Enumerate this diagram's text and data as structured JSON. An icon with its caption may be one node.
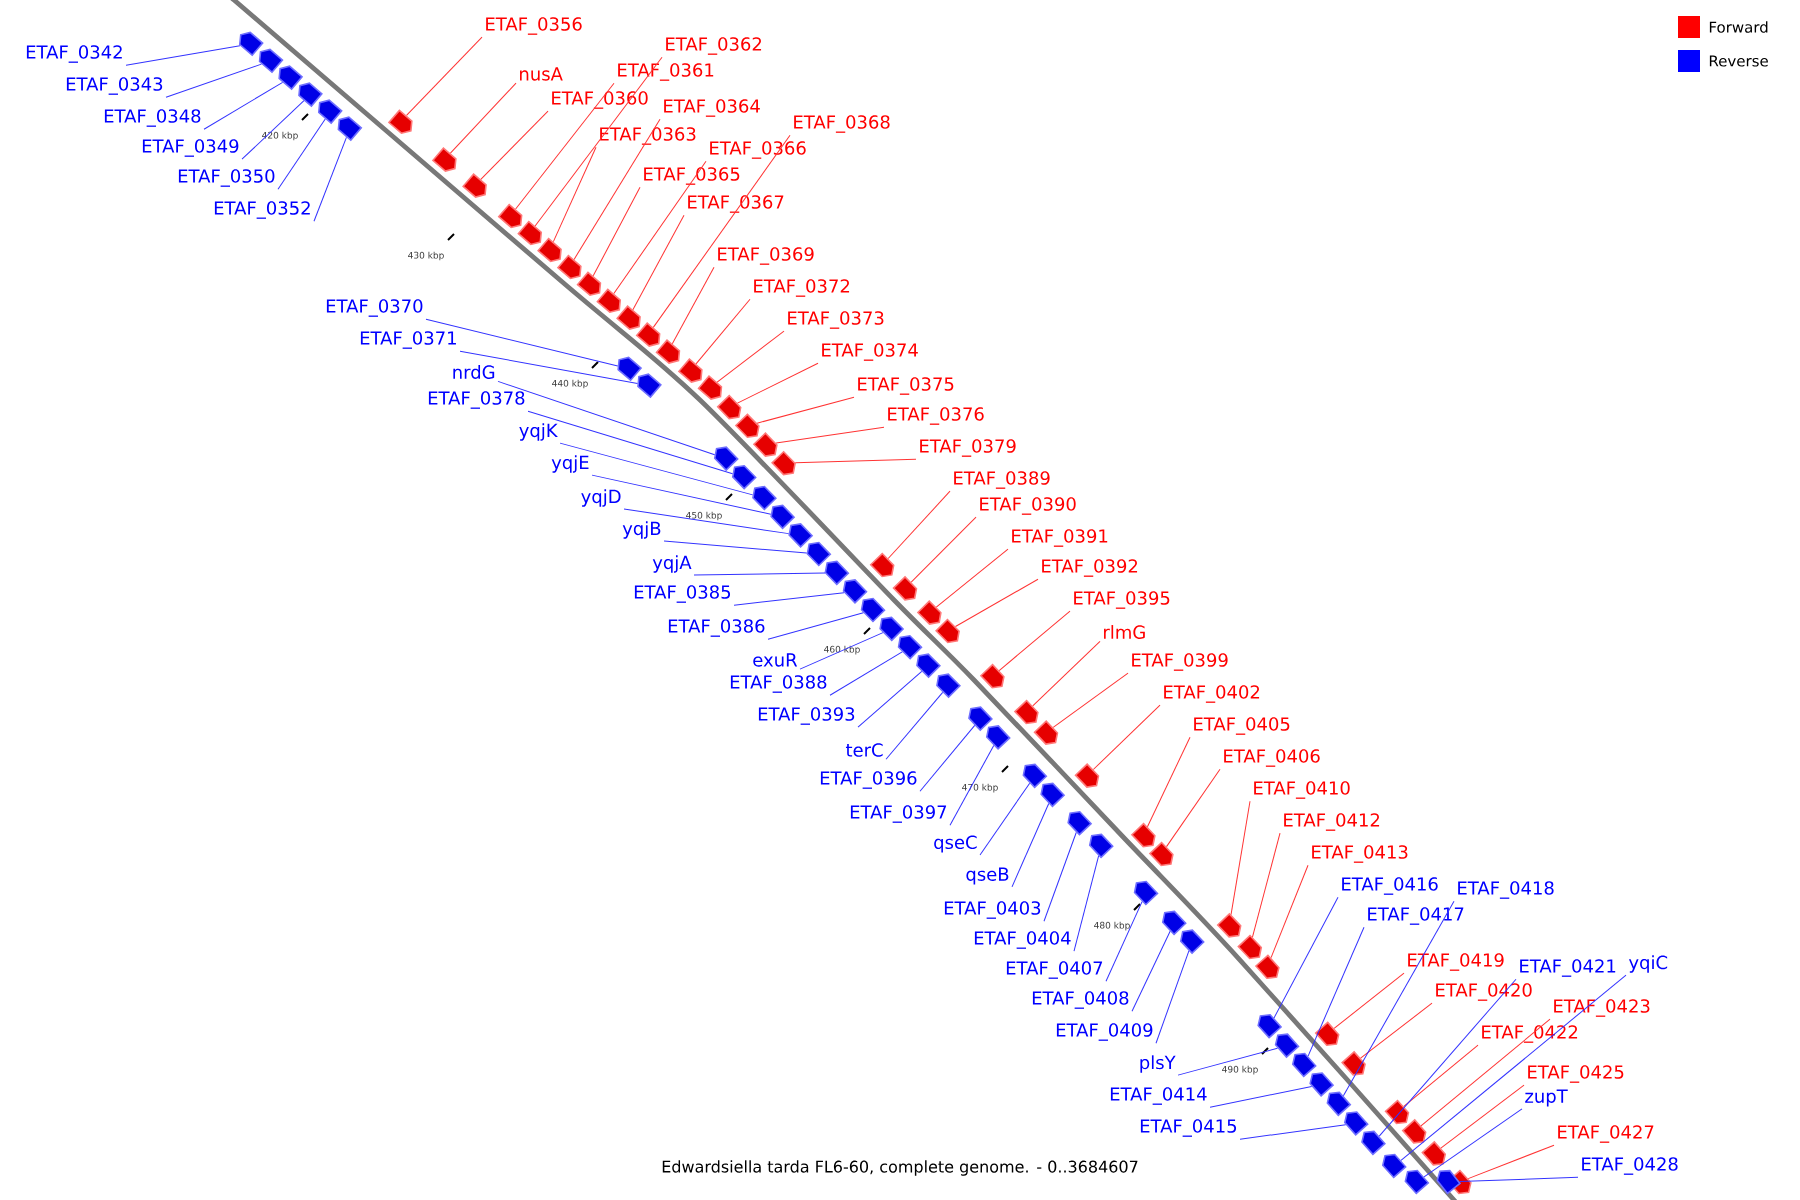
{
  "diagram": {
    "caption": "Edwardsiella tarda FL6-60, complete genome. - 0..3684607",
    "nodes": [
      {
        "text": [
          "ETAF_0356"
        ]
      },
      {
        "text": [
          "nusA"
        ]
      },
      {
        "text": [
          "ETAF_0362"
        ]
      },
      {
        "text": [
          "ETAF_0361"
        ]
      },
      {
        "text": [
          "ETAF_0360"
        ]
      },
      {
        "text": [
          "ETAF_0364"
        ]
      },
      {
        "text": [
          "ETAF_0368"
        ]
      },
      {
        "text": [
          "ETAF_0363"
        ]
      },
      {
        "text": [
          "ETAF_0366"
        ]
      },
      {
        "text": [
          "ETAF_0365"
        ]
      },
      {
        "text": [
          "ETAF_0367"
        ]
      },
      {
        "text": [
          "ETAF_0369"
        ]
      },
      {
        "text": [
          "ETAF_0372"
        ]
      },
      {
        "text": [
          "ETAF_0373"
        ]
      },
      {
        "text": [
          "ETAF_0374"
        ]
      },
      {
        "text": [
          "ETAF_0375"
        ]
      },
      {
        "text": [
          "ETAF_0376"
        ]
      },
      {
        "text": [
          "ETAF_0379"
        ]
      },
      {
        "text": [
          "ETAF_0389"
        ]
      },
      {
        "text": [
          "ETAF_0390"
        ]
      },
      {
        "text": [
          "ETAF_0391"
        ]
      },
      {
        "text": [
          "ETAF_0392"
        ]
      },
      {
        "text": [
          "ETAF_0395"
        ]
      },
      {
        "text": [
          "rlmG"
        ]
      },
      {
        "text": [
          "ETAF_0399"
        ]
      },
      {
        "text": [
          "ETAF_0402"
        ]
      },
      {
        "text": [
          "ETAF_0405"
        ]
      },
      {
        "text": [
          "ETAF_0406"
        ]
      },
      {
        "text": [
          "ETAF_0410"
        ]
      },
      {
        "text": [
          "ETAF_0412"
        ]
      },
      {
        "text": [
          "ETAF_0413"
        ]
      },
      {
        "text": [
          "ETAF_0419"
        ]
      },
      {
        "text": [
          "ETAF_0420"
        ]
      },
      {
        "text": [
          "ETAF_0423"
        ]
      },
      {
        "text": [
          "ETAF_0422"
        ]
      },
      {
        "text": [
          "ETAF_0425"
        ]
      },
      {
        "text": [
          "ETAF_0427"
        ]
      },
      {
        "text": [
          "ETAF_0342"
        ]
      },
      {
        "text": [
          "ETAF_0343"
        ]
      },
      {
        "text": [
          "ETAF_0348"
        ]
      },
      {
        "text": [
          "ETAF_0349"
        ]
      },
      {
        "text": [
          "ETAF_0350"
        ]
      },
      {
        "text": [
          "ETAF_0352"
        ]
      },
      {
        "text": [
          "ETAF_0370"
        ]
      },
      {
        "text": [
          "ETAF_0371"
        ]
      },
      {
        "text": [
          "nrdG"
        ]
      },
      {
        "text": [
          "ETAF_0378"
        ]
      },
      {
        "text": [
          "yqjK"
        ]
      },
      {
        "text": [
          "yqjE"
        ]
      },
      {
        "text": [
          "yqjD"
        ]
      },
      {
        "text": [
          "yqjB"
        ]
      },
      {
        "text": [
          "yqjA"
        ]
      },
      {
        "text": [
          "ETAF_0385"
        ]
      },
      {
        "text": [
          "ETAF_0386"
        ]
      },
      {
        "text": [
          "exuR"
        ]
      },
      {
        "text": [
          "ETAF_0388"
        ]
      },
      {
        "text": [
          "ETAF_0393"
        ]
      },
      {
        "text": [
          "terC"
        ]
      },
      {
        "text": [
          "ETAF_0396"
        ]
      },
      {
        "text": [
          "ETAF_0397"
        ]
      },
      {
        "text": [
          "qseC"
        ]
      },
      {
        "text": [
          "qseB"
        ]
      },
      {
        "text": [
          "ETAF_0403"
        ]
      },
      {
        "text": [
          "ETAF_0404"
        ]
      },
      {
        "text": [
          "ETAF_0407"
        ]
      },
      {
        "text": [
          "ETAF_0408"
        ]
      },
      {
        "text": [
          "ETAF_0409"
        ]
      },
      {
        "text": [
          "plsY"
        ]
      },
      {
        "text": [
          "ETAF_0414"
        ]
      },
      {
        "text": [
          "ETAF_0415"
        ]
      },
      {
        "text": [
          "ETAF_0416"
        ]
      },
      {
        "text": [
          "ETAF_0418"
        ]
      },
      {
        "text": [
          "ETAF_0417"
        ]
      },
      {
        "text": [
          "ETAF_0421"
        ]
      },
      {
        "text": [
          "yqiC"
        ]
      },
      {
        "text": [
          "zupT"
        ]
      },
      {
        "text": [
          "ETAF_0428"
        ]
      },
      {
        "text": [],
        "shape": "arrow"
      },
      {
        "text": [],
        "shape": "arrow"
      },
      {
        "text": [],
        "shape": "arrow"
      },
      {
        "text": [],
        "shape": "arrow"
      },
      {
        "text": [],
        "shape": "arrow"
      },
      {
        "text": [],
        "shape": "arrow"
      },
      {
        "text": [],
        "shape": "arrow"
      },
      {
        "text": [],
        "shape": "arrow"
      },
      {
        "text": [],
        "shape": "arrow"
      },
      {
        "text": [],
        "shape": "arrow"
      },
      {
        "text": [],
        "shape": "arrow"
      },
      {
        "text": [],
        "shape": "arrow"
      },
      {
        "text": [],
        "shape": "arrow"
      },
      {
        "text": [],
        "shape": "arrow"
      },
      {
        "text": [],
        "shape": "arrow"
      },
      {
        "text": [],
        "shape": "arrow"
      },
      {
        "text": [],
        "shape": "arrow"
      },
      {
        "text": [],
        "shape": "arrow"
      },
      {
        "text": [],
        "shape": "arrow"
      },
      {
        "text": [],
        "shape": "arrow"
      },
      {
        "text": [],
        "shape": "arrow"
      },
      {
        "text": [],
        "shape": "arrow"
      },
      {
        "text": [],
        "shape": "arrow"
      },
      {
        "text": [],
        "shape": "arrow"
      },
      {
        "text": [],
        "shape": "arrow"
      },
      {
        "text": [],
        "shape": "arrow"
      },
      {
        "text": [],
        "shape": "arrow"
      },
      {
        "text": [],
        "shape": "arrow"
      },
      {
        "text": [],
        "shape": "arrow"
      },
      {
        "text": [],
        "shape": "arrow"
      },
      {
        "text": [],
        "shape": "arrow"
      },
      {
        "text": [],
        "shape": "arrow"
      },
      {
        "text": [],
        "shape": "arrow"
      },
      {
        "text": [],
        "shape": "arrow"
      },
      {
        "text": [],
        "shape": "arrow"
      },
      {
        "text": [],
        "shape": "arrow"
      },
      {
        "text": [],
        "shape": "arrow"
      },
      {
        "text": [],
        "shape": "arrow"
      },
      {
        "text": [],
        "shape": "arrow"
      },
      {
        "text": [],
        "shape": "arrow"
      },
      {
        "text": [],
        "shape": "arrow"
      },
      {
        "text": [],
        "shape": "arrow"
      },
      {
        "text": [],
        "shape": "arrow"
      },
      {
        "text": [],
        "shape": "arrow"
      },
      {
        "text": [],
        "shape": "arrow"
      },
      {
        "text": [],
        "shape": "arrow"
      },
      {
        "text": [],
        "shape": "arrow"
      },
      {
        "text": [],
        "shape": "arrow"
      },
      {
        "text": [],
        "shape": "arrow"
      },
      {
        "text": [],
        "shape": "arrow"
      },
      {
        "text": [],
        "shape": "arrow"
      },
      {
        "text": [],
        "shape": "arrow"
      },
      {
        "text": [],
        "shape": "arrow"
      },
      {
        "text": [],
        "shape": "arrow"
      },
      {
        "text": [],
        "shape": "arrow"
      },
      {
        "text": [],
        "shape": "arrow"
      },
      {
        "text": [],
        "shape": "arrow"
      },
      {
        "text": [],
        "shape": "arrow"
      },
      {
        "text": [],
        "shape": "arrow"
      },
      {
        "text": [],
        "shape": "arrow"
      },
      {
        "text": [],
        "shape": "arrow"
      },
      {
        "text": [],
        "shape": "arrow"
      },
      {
        "text": [],
        "shape": "arrow"
      },
      {
        "text": [],
        "shape": "arrow"
      },
      {
        "text": [],
        "shape": "arrow"
      },
      {
        "text": [],
        "shape": "arrow"
      },
      {
        "text": [],
        "shape": "arrow"
      },
      {
        "text": [],
        "shape": "arrow"
      },
      {
        "text": [],
        "shape": "arrow"
      },
      {
        "text": [],
        "shape": "arrow"
      },
      {
        "text": [],
        "shape": "arrow"
      },
      {
        "text": [],
        "shape": "arrow"
      },
      {
        "text": [],
        "shape": "arrow"
      },
      {
        "text": [],
        "shape": "arrow"
      },
      {
        "text": [],
        "shape": "arrow"
      },
      {
        "text": [],
        "shape": "arrow"
      },
      {
        "text": [],
        "shape": "arrow"
      }
    ],
    "edges": [
      {
        "from": 0,
        "to": 77,
        "arrow": "none",
        "color": "#ff3333"
      },
      {
        "from": 1,
        "to": 78,
        "arrow": "none",
        "color": "#ff3333"
      },
      {
        "from": 2,
        "to": 79,
        "arrow": "none",
        "color": "#ff3333"
      },
      {
        "from": 3,
        "to": 80,
        "arrow": "none",
        "color": "#ff3333"
      },
      {
        "from": 4,
        "to": 81,
        "arrow": "none",
        "color": "#ff3333"
      },
      {
        "from": 5,
        "to": 82,
        "arrow": "none",
        "color": "#ff3333"
      },
      {
        "from": 6,
        "to": 83,
        "arrow": "none",
        "color": "#ff3333"
      },
      {
        "from": 7,
        "to": 84,
        "arrow": "none",
        "color": "#ff3333"
      },
      {
        "from": 8,
        "to": 85,
        "arrow": "none",
        "color": "#ff3333"
      },
      {
        "from": 9,
        "to": 86,
        "arrow": "none",
        "color": "#ff3333"
      },
      {
        "from": 10,
        "to": 87,
        "arrow": "none",
        "color": "#ff3333"
      },
      {
        "from": 11,
        "to": 88,
        "arrow": "none",
        "color": "#ff3333"
      },
      {
        "from": 12,
        "to": 89,
        "arrow": "none",
        "color": "#ff3333"
      },
      {
        "from": 13,
        "to": 90,
        "arrow": "none",
        "color": "#ff3333"
      },
      {
        "from": 14,
        "to": 91,
        "arrow": "none",
        "color": "#ff3333"
      },
      {
        "from": 15,
        "to": 92,
        "arrow": "none",
        "color": "#ff3333"
      },
      {
        "from": 16,
        "to": 93,
        "arrow": "none",
        "color": "#ff3333"
      },
      {
        "from": 17,
        "to": 94,
        "arrow": "none",
        "color": "#ff3333"
      },
      {
        "from": 18,
        "to": 95,
        "arrow": "none",
        "color": "#ff3333"
      },
      {
        "from": 19,
        "to": 96,
        "arrow": "none",
        "color": "#ff3333"
      },
      {
        "from": 20,
        "to": 97,
        "arrow": "none",
        "color": "#ff3333"
      },
      {
        "from": 21,
        "to": 98,
        "arrow": "none",
        "color": "#ff3333"
      },
      {
        "from": 22,
        "to": 99,
        "arrow": "none",
        "color": "#ff3333"
      },
      {
        "from": 23,
        "to": 100,
        "arrow": "none",
        "color": "#ff3333"
      },
      {
        "from": 24,
        "to": 101,
        "arrow": "none",
        "color": "#ff3333"
      },
      {
        "from": 25,
        "to": 102,
        "arrow": "none",
        "color": "#ff3333"
      },
      {
        "from": 26,
        "to": 103,
        "arrow": "none",
        "color": "#ff3333"
      },
      {
        "from": 27,
        "to": 104,
        "arrow": "none",
        "color": "#ff3333"
      },
      {
        "from": 28,
        "to": 105,
        "arrow": "none",
        "color": "#ff3333"
      },
      {
        "from": 29,
        "to": 106,
        "arrow": "none",
        "color": "#ff3333"
      },
      {
        "from": 30,
        "to": 107,
        "arrow": "none",
        "color": "#ff3333"
      },
      {
        "from": 31,
        "to": 108,
        "arrow": "none",
        "color": "#ff3333"
      },
      {
        "from": 32,
        "to": 109,
        "arrow": "none",
        "color": "#ff3333"
      },
      {
        "from": 33,
        "to": 110,
        "arrow": "none",
        "color": "#ff3333"
      },
      {
        "from": 34,
        "to": 111,
        "arrow": "none",
        "color": "#ff3333"
      },
      {
        "from": 35,
        "to": 112,
        "arrow": "none",
        "color": "#ff3333"
      },
      {
        "from": 36,
        "to": 113,
        "arrow": "none",
        "color": "#ff3333"
      },
      {
        "from": 37,
        "to": 114,
        "arrow": "none"
      },
      {
        "from": 38,
        "to": 115,
        "arrow": "none"
      },
      {
        "from": 39,
        "to": 116,
        "arrow": "none"
      },
      {
        "from": 40,
        "to": 117,
        "arrow": "none"
      },
      {
        "from": 41,
        "to": 118,
        "arrow": "none"
      },
      {
        "from": 42,
        "to": 119,
        "arrow": "none"
      },
      {
        "from": 43,
        "to": 120,
        "arrow": "none"
      },
      {
        "from": 44,
        "to": 121,
        "arrow": "none"
      },
      {
        "from": 45,
        "to": 122,
        "arrow": "none"
      },
      {
        "from": 46,
        "to": 123,
        "arrow": "none"
      },
      {
        "from": 47,
        "to": 124,
        "arrow": "none"
      },
      {
        "from": 48,
        "to": 125,
        "arrow": "none"
      },
      {
        "from": 49,
        "to": 126,
        "arrow": "none"
      },
      {
        "from": 50,
        "to": 127,
        "arrow": "none"
      },
      {
        "from": 51,
        "to": 128,
        "arrow": "none"
      },
      {
        "from": 52,
        "to": 129,
        "arrow": "none"
      },
      {
        "from": 53,
        "to": 130,
        "arrow": "none"
      },
      {
        "from": 54,
        "to": 131,
        "arrow": "none"
      },
      {
        "from": 55,
        "to": 132,
        "arrow": "none"
      },
      {
        "from": 56,
        "to": 133,
        "arrow": "none"
      },
      {
        "from": 57,
        "to": 134,
        "arrow": "none"
      },
      {
        "from": 58,
        "to": 135,
        "arrow": "none"
      },
      {
        "from": 59,
        "to": 136,
        "arrow": "none"
      },
      {
        "from": 60,
        "to": 137,
        "arrow": "none"
      },
      {
        "from": 61,
        "to": 138,
        "arrow": "none"
      },
      {
        "from": 62,
        "to": 139,
        "arrow": "none"
      },
      {
        "from": 63,
        "to": 140,
        "arrow": "none"
      },
      {
        "from": 64,
        "to": 141,
        "arrow": "none"
      },
      {
        "from": 65,
        "to": 142,
        "arrow": "none"
      },
      {
        "from": 66,
        "to": 143,
        "arrow": "none"
      },
      {
        "from": 67,
        "to": 144,
        "arrow": "none"
      },
      {
        "from": 68,
        "to": 145,
        "arrow": "none"
      },
      {
        "from": 69,
        "to": 146,
        "arrow": "none"
      },
      {
        "from": 70,
        "to": 147,
        "arrow": "none"
      },
      {
        "from": 71,
        "to": 148,
        "arrow": "none"
      },
      {
        "from": 72,
        "to": 149,
        "arrow": "none"
      },
      {
        "from": 73,
        "to": 150,
        "arrow": "none"
      },
      {
        "from": 74,
        "to": 151,
        "arrow": "none"
      },
      {
        "from": 75,
        "to": 152,
        "arrow": "none"
      },
      {
        "from": 76,
        "to": 153,
        "arrow": "none"
      }
    ],
    "labels": [
      "420 kbp",
      "430 kbp",
      "440 kbp",
      "450 kbp",
      "460 kbp",
      "470 kbp",
      "480 kbp",
      "490 kbp"
    ],
    "legend": [
      {
        "text": "Forward",
        "color": "#ff0000"
      },
      {
        "text": "Reverse",
        "color": "#0000ff"
      }
    ]
  }
}
